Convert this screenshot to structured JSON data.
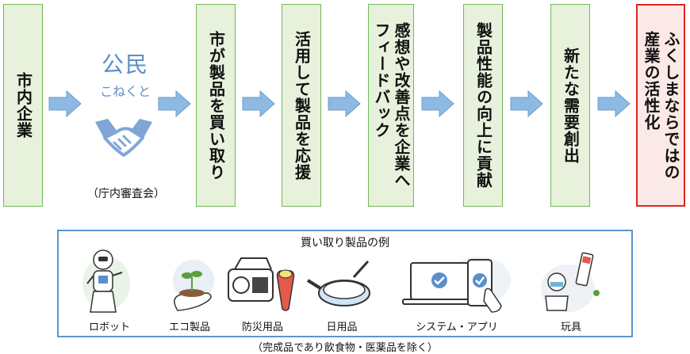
{
  "flow": {
    "step1": "市内企業",
    "koumin_title": "公民",
    "koumin_sub": "こねくと",
    "koumin_caption": "（庁内審査会）",
    "step2": "市が製品を買い取り",
    "step3": "活用して製品を応援",
    "step4": "感想や改善点を企業へ\nフィードバック",
    "step5": "製品性能の向上に貢献",
    "step6": "新たな需要創出",
    "step7": "ふくしまならではの\n産業の活性化"
  },
  "examples": {
    "title": "買い取り製品の例",
    "items": [
      "ロボット",
      "エコ製品",
      "防災用品",
      "日用品",
      "システム・アプリ",
      "玩具"
    ],
    "note": "（完成品であり飲食物・医薬品を除く）"
  },
  "colors": {
    "box_fill": "#e7f1db",
    "box_border": "#74b85a",
    "final_border": "#e2231a",
    "arrow": "#8db9e3",
    "accent_blue": "#5b8fc9"
  }
}
